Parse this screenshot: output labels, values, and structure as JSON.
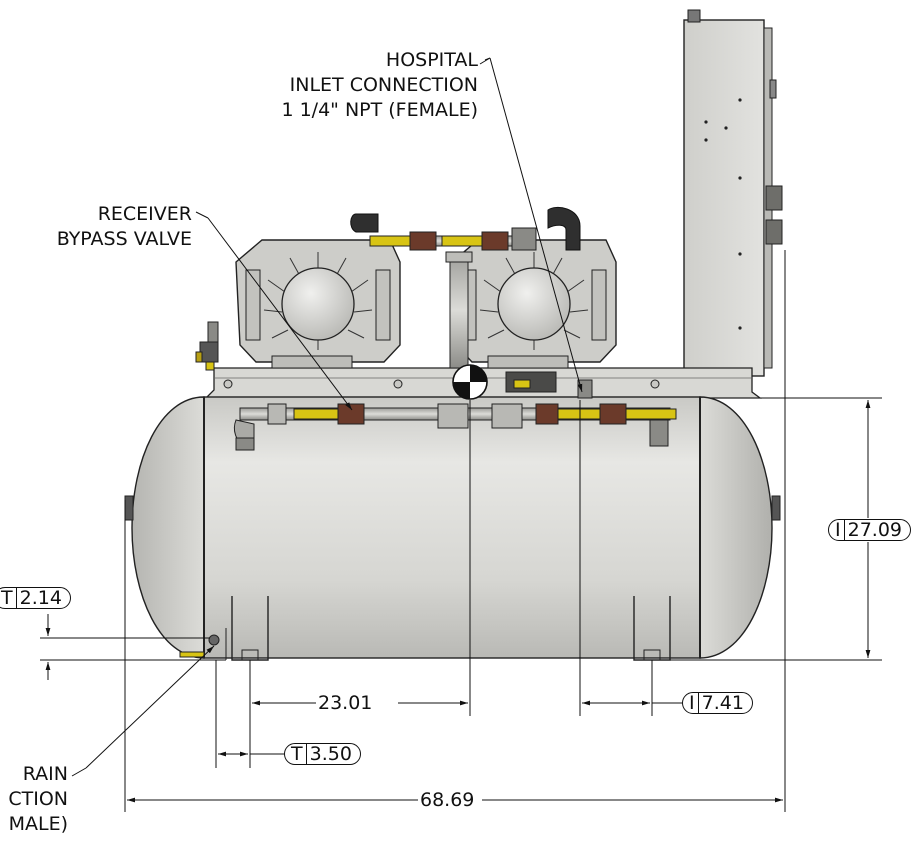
{
  "labels": {
    "hospital_inlet": [
      "HOSPITAL",
      "INLET CONNECTION",
      "1 1/4\" NPT (FEMALE)"
    ],
    "receiver_bypass": [
      "RECEIVER",
      "BYPASS VALVE"
    ],
    "drain": [
      "RAIN",
      "CTION",
      "MALE)"
    ]
  },
  "dimensions": {
    "d27_09": {
      "prefix": "I",
      "value": "27.09"
    },
    "d2_14": {
      "prefix": "T",
      "value": "2.14"
    },
    "d23_01": {
      "value": "23.01"
    },
    "d7_41": {
      "prefix": "I",
      "value": "7.41"
    },
    "d3_50": {
      "prefix": "T",
      "value": "3.50"
    },
    "d68_69": {
      "value": "68.69"
    }
  },
  "colors": {
    "body": "#d9d9d5",
    "line": "#222222",
    "valve_handle": "#d8c414",
    "valve_body": "#6b3a2a",
    "fitting": "#b8b8b4"
  }
}
